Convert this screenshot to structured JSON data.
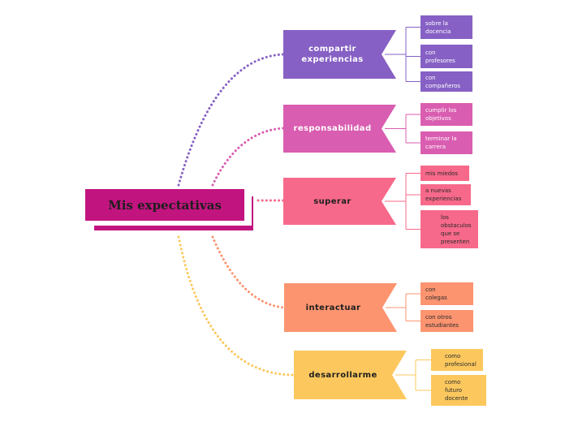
{
  "central_topic": "Mis expectativas",
  "branches": [
    {
      "label": "compartir\nexperiencias",
      "color": "#8660c4",
      "leaf_color": "#8660c4",
      "text_color": "#ffffff",
      "leaves": [
        "sobre la\ndocencia",
        "con\nprofesores",
        "con\ncompañeros"
      ]
    },
    {
      "label": "responsabilidad",
      "color": "#d95db0",
      "leaf_color": "#d95db0",
      "text_color": "#ffffff",
      "leaves": [
        "cumplir los\nobjetivos",
        "terminar la\ncarrera"
      ]
    },
    {
      "label": "superar",
      "color": "#f7698a",
      "leaf_color": "#f7698a",
      "text_color": "#1e1e1e",
      "leaves": [
        "mis miedos",
        "a nuevas\nexperiencias",
        "los\nobstaculos\nque se\npresenten"
      ]
    },
    {
      "label": "interactuar",
      "color": "#fc9470",
      "leaf_color": "#fc9470",
      "text_color": "#1e1e1e",
      "leaves": [
        "con\ncolegas",
        "con otros\nestudiantes"
      ]
    },
    {
      "label": "desarrollarme",
      "color": "#fcc85e",
      "leaf_color": "#fcc85e",
      "text_color": "#1e1e1e",
      "leaves": [
        "como\nprofesional",
        "como\nfuturo\ndocente"
      ]
    }
  ]
}
